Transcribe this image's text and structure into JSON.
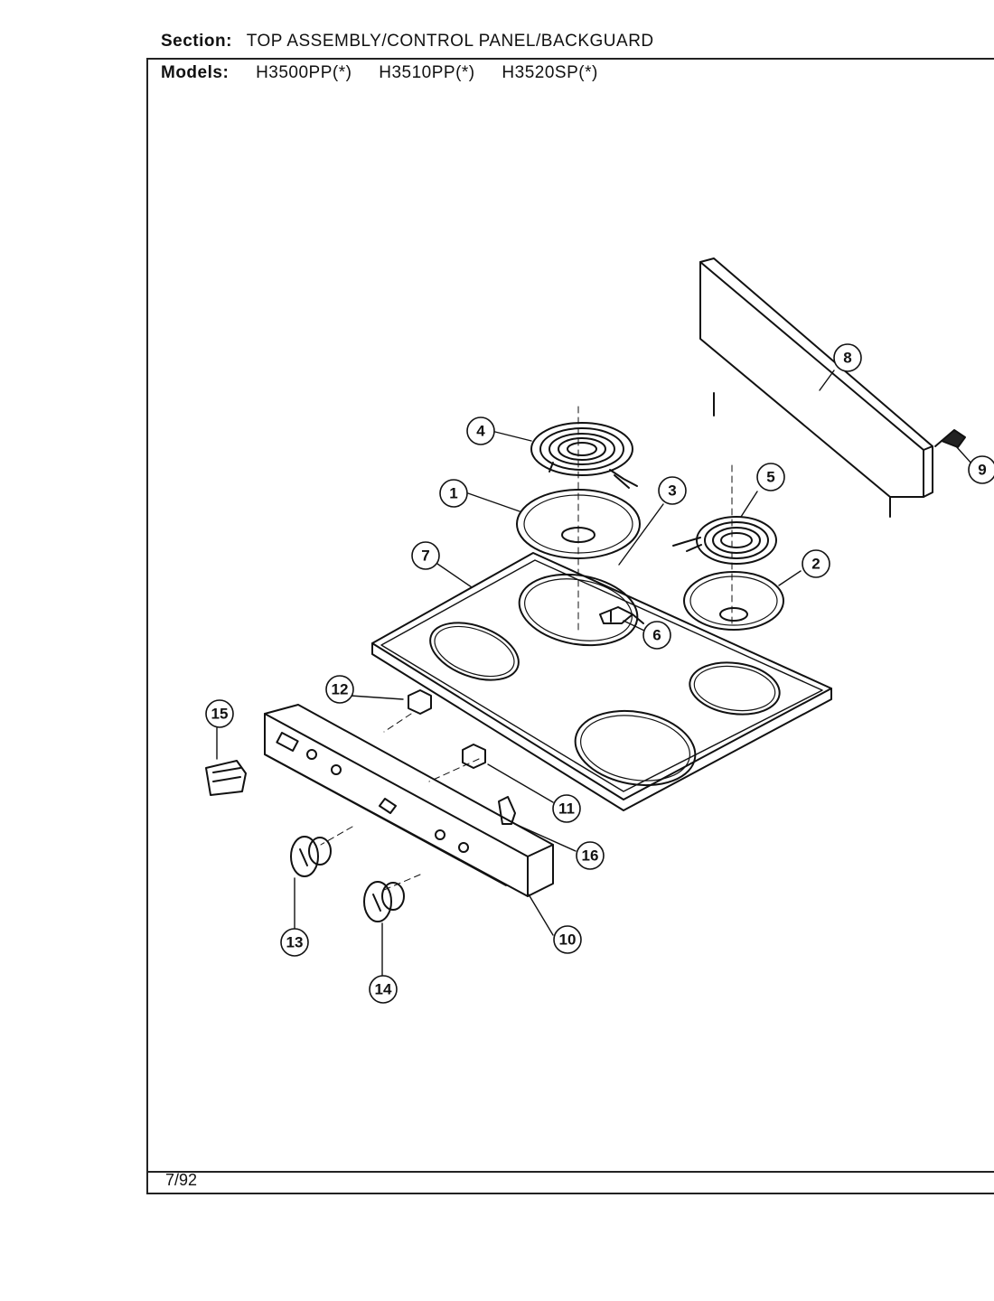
{
  "header": {
    "section_label": "Section:",
    "section_title": "TOP ASSEMBLY/CONTROL PANEL/BACKGUARD",
    "models_label": "Models:",
    "models": [
      "H3500PP(*)",
      "H3510PP(*)",
      "H3520SP(*)"
    ]
  },
  "footer": {
    "date": "7/92"
  },
  "callouts": {
    "c1": "1",
    "c2": "2",
    "c3": "3",
    "c4": "4",
    "c5": "5",
    "c6": "6",
    "c7": "7",
    "c8": "8",
    "c9": "9",
    "c10": "10",
    "c11": "11",
    "c12": "12",
    "c13": "13",
    "c14": "14",
    "c15": "15",
    "c16": "16"
  }
}
